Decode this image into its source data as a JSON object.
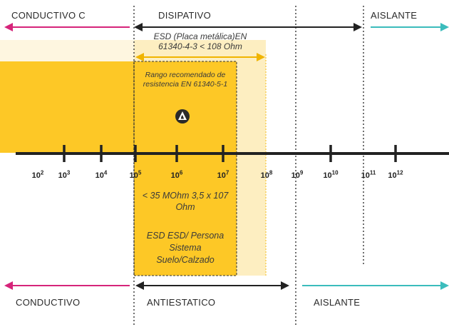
{
  "top_labels": {
    "conductive": "CONDUCTIVO C",
    "dissipative": "DISIPATIVO",
    "insulating": "AISLANTE"
  },
  "bottom_labels": {
    "conductive": "CONDUCTIVO",
    "antistatic": "ANTIESTATICO",
    "insulating": "AISLANTE"
  },
  "esd_plate_text": "ESD (Placa metálica)EN 61340-4-3 < 108 Ohm",
  "recommended_range_text": "Rango recomendado de resistencia EN 61340-5-1",
  "person_range_text": "< 35 MOhm 3,5 x 107 Ohm",
  "system_text": "ESD ESD/ Persona Sistema Suelo/Calzado",
  "axis_ticks": [
    {
      "base": "10",
      "exp": "2"
    },
    {
      "base": "10",
      "exp": "3"
    },
    {
      "base": "10",
      "exp": "4"
    },
    {
      "base": "10",
      "exp": "5"
    },
    {
      "base": "10",
      "exp": "6"
    },
    {
      "base": "10",
      "exp": "7"
    },
    {
      "base": "10",
      "exp": "8"
    },
    {
      "base": "10",
      "exp": "9"
    },
    {
      "base": "10",
      "exp": "10"
    },
    {
      "base": "10",
      "exp": "11"
    },
    {
      "base": "10",
      "exp": "12"
    }
  ],
  "colors": {
    "yellow": "#fdc826",
    "light_yellow": "#fdeec1",
    "pale_yellow": "#fef6e0",
    "magenta": "#d6247a",
    "teal": "#3bbcbc",
    "dark": "#222222"
  }
}
